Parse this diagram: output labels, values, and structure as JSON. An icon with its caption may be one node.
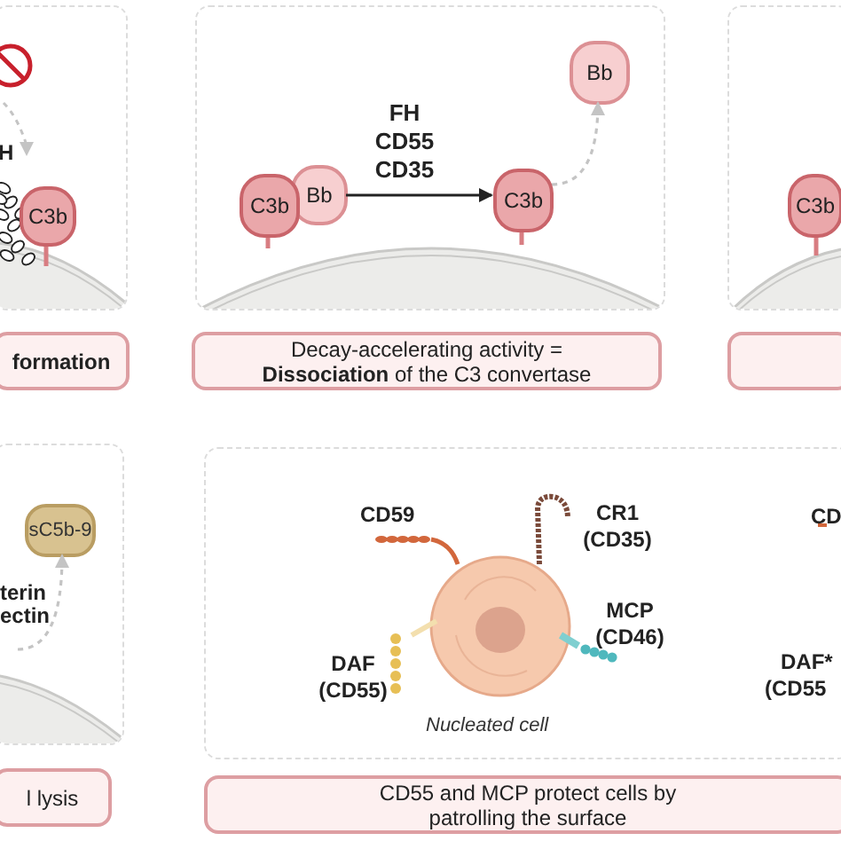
{
  "diagram": {
    "nodes": [
      {
        "text": [],
        "shape": "box"
      },
      {
        "text": [
          "C3b"
        ],
        "in": 0
      },
      {
        "text": [
          "formation"
        ]
      },
      {
        "text": [],
        "shape": "box"
      },
      {
        "text": [
          "C3b"
        ],
        "in": 3
      },
      {
        "text": [
          "Bb"
        ],
        "in": 3
      },
      {
        "text": [
          "C3b"
        ],
        "in": 3
      },
      {
        "text": [
          "Bb"
        ],
        "in": 3
      },
      {
        "text": [
          "Decay-accelerating activity = **Dissociation** of the C3 convertase"
        ]
      },
      {
        "text": [],
        "shape": "box"
      },
      {
        "text": [
          "C3b"
        ],
        "in": 9
      },
      {
        "text": [],
        "shape": "box"
      },
      {
        "text": [],
        "shape": "box"
      },
      {
        "text": [
          "sC5b-9"
        ],
        "in": 12
      },
      {
        "text": [
          "l lysis"
        ]
      },
      {
        "text": [],
        "shape": "box"
      },
      {
        "text": [],
        "shape": "picture",
        "in": 15,
        "beside": [
          "Nucleated cell"
        ]
      },
      {
        "text": [
          "CD55 and MCP protect cells by patrolling the surface"
        ]
      }
    ],
    "edges": [
      {
        "from": 5,
        "to": 6,
        "arrow": "to",
        "label": "FH CD55 CD35",
        "color": "#222222"
      },
      {
        "from": 6,
        "to": 7,
        "arrow": "to",
        "style": "dashed"
      },
      {
        "from": null,
        "to": 13,
        "arrow": "to",
        "style": "dashed"
      }
    ],
    "labels": [
      "H",
      "terin",
      "ectin",
      "CD59",
      "CR1 (CD35)",
      "CD",
      "MCP (CD46)",
      "DAF (CD55)",
      "DAF*",
      "(CD55"
    ]
  }
}
